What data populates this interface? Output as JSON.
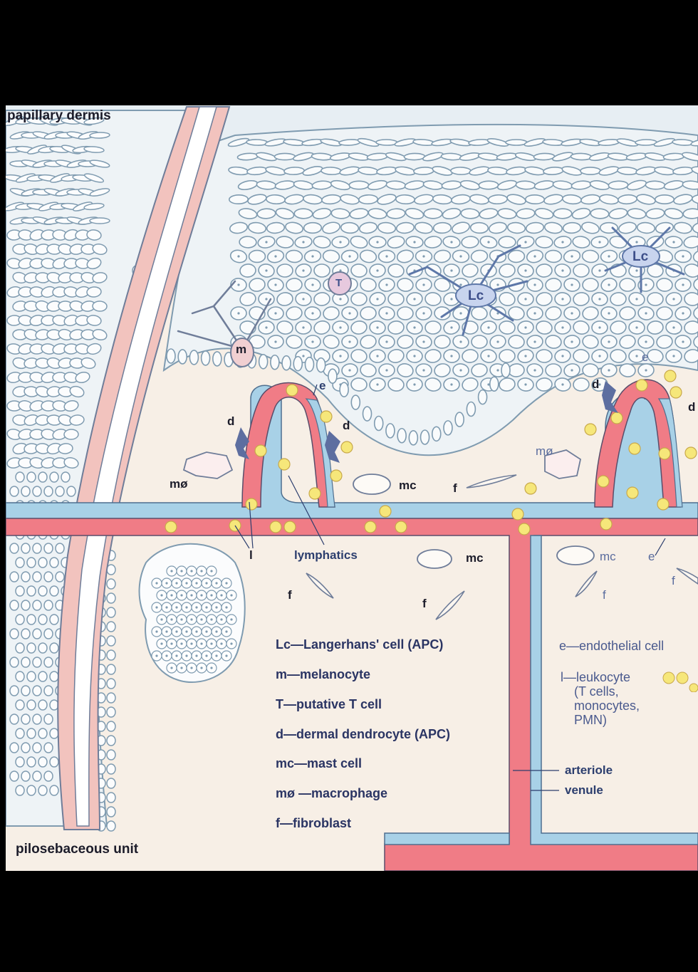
{
  "labels": {
    "papillary_dermis": "papillary dermis",
    "pilosebaceous_unit": "pilosebaceous unit",
    "lymphatics": "lymphatics",
    "arteriole": "arteriole",
    "venule": "venule"
  },
  "cell_tags": {
    "langerhans_1": "Lc",
    "langerhans_2": "Lc",
    "t_cell": "T",
    "melanocyte": "m",
    "endothelial_1": "e",
    "endothelial_2": "e",
    "endothelial_3": "e",
    "dendrocyte_1": "d",
    "dendrocyte_2": "d",
    "dendrocyte_3": "d",
    "dendrocyte_4": "d",
    "macrophage_1": "mø",
    "macrophage_2": "mø",
    "mast_1": "mc",
    "mast_2": "mc",
    "mast_3": "mc",
    "fibroblast_1": "f",
    "fibroblast_2": "f",
    "fibroblast_3": "f",
    "fibroblast_4": "f",
    "fibroblast_5": "f",
    "leukocyte": "l"
  },
  "legend_left": [
    "Lc—Langerhans' cell (APC)",
    "m—melanocyte",
    "T—putative T cell",
    "d—dermal dendrocyte (APC)",
    "mc—mast cell",
    "mø —macrophage",
    "f—fibroblast"
  ],
  "legend_right": {
    "endothelial": "e—endothelial cell",
    "leukocyte_1": "l—leukocyte",
    "leukocyte_2": "(T cells,",
    "leukocyte_3": "monocytes,",
    "leukocyte_4": "PMN)"
  },
  "colors": {
    "background_frame": "#000000",
    "dermis": "#f7efe6",
    "epidermis_tint": "#e9f0f4",
    "cell_outline": "#7f9bb0",
    "arteriole_red": "#f07c86",
    "venule_blue": "#9dc9e3",
    "leukocyte_yellow": "#f6e77a",
    "label_ink": "#2c3e6e"
  }
}
